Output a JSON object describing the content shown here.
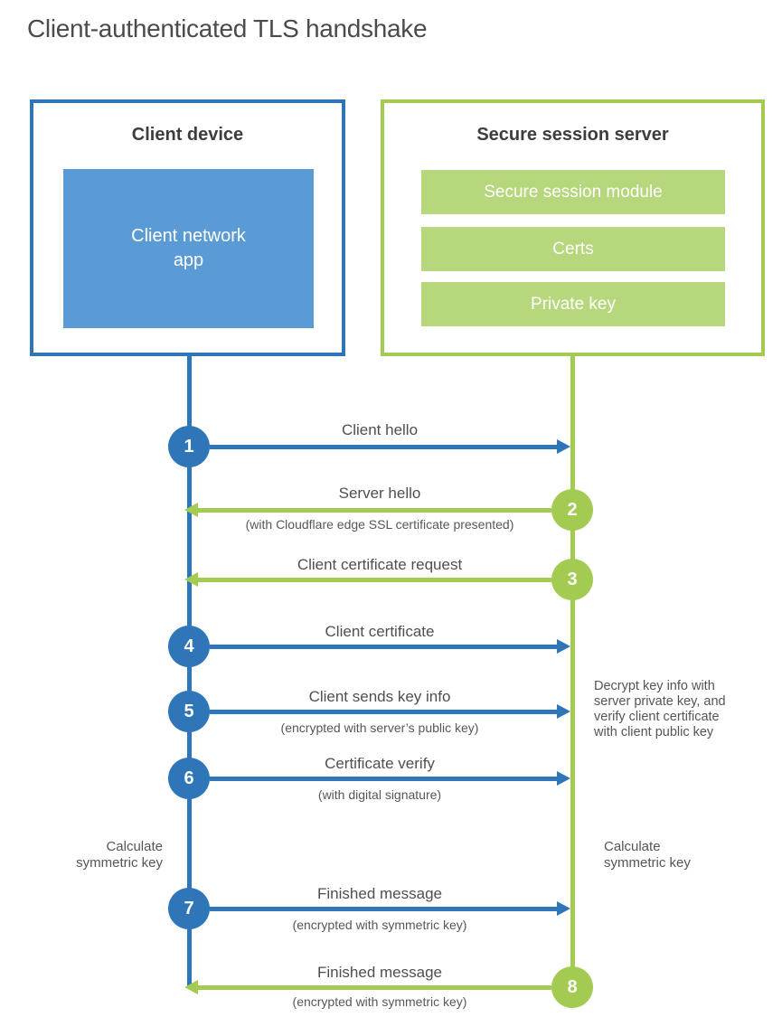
{
  "title": "Client-authenticated TLS handshake",
  "client_box": {
    "title": "Client device",
    "app_label": "Client network\napp"
  },
  "server_box": {
    "title": "Secure session server",
    "modules": [
      "Secure session module",
      "Certs",
      "Private key"
    ]
  },
  "messages": [
    {
      "num": "1",
      "label": "Client hello",
      "sub": "",
      "from": "client",
      "to": "server"
    },
    {
      "num": "2",
      "label": "Server hello",
      "sub": "(with Cloudflare edge SSL certificate presented)",
      "from": "server",
      "to": "client"
    },
    {
      "num": "3",
      "label": "Client certificate request",
      "sub": "",
      "from": "server",
      "to": "client"
    },
    {
      "num": "4",
      "label": "Client certificate",
      "sub": "",
      "from": "client",
      "to": "server"
    },
    {
      "num": "5",
      "label": "Client sends key info",
      "sub": "(encrypted with server’s public key)",
      "from": "client",
      "to": "server"
    },
    {
      "num": "6",
      "label": "Certificate verify",
      "sub": "(with digital signature)",
      "from": "client",
      "to": "server"
    },
    {
      "num": "7",
      "label": "Finished message",
      "sub": "(encrypted with symmetric key)",
      "from": "client",
      "to": "server"
    },
    {
      "num": "8",
      "label": "Finished message",
      "sub": "(encrypted with symmetric key)",
      "from": "server",
      "to": "client"
    }
  ],
  "notes": {
    "decrypt": "Decrypt key info with\nserver private key, and\nverify client certificate\nwith client public key",
    "calc_left": "Calculate\nsymmetric key",
    "calc_right": "Calculate\nsymmetric key"
  },
  "colors": {
    "client_blue": "#2e76b8",
    "client_fill_blue": "#5b9bd5",
    "server_green": "#a3cb51",
    "server_fill_green": "#b6d77b"
  }
}
